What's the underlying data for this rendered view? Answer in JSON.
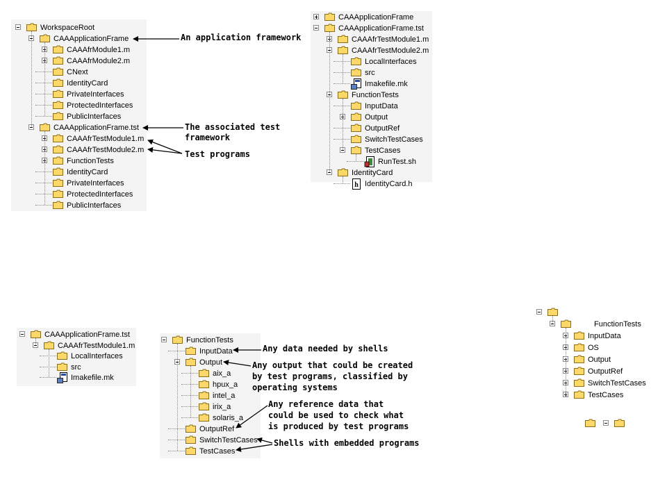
{
  "colors": {
    "panel": "#f4f4f4",
    "folder_fill": "#fcd86a",
    "folder_stroke": "#8a6d14"
  },
  "trees": [
    {
      "name": "workspace-tree",
      "nodes": [
        {
          "label": "WorkspaceRoot",
          "d": 0,
          "e": "-"
        },
        {
          "label": "CAAApplicationFrame",
          "d": 1,
          "e": "-"
        },
        {
          "label": "CAAAfrModule1.m",
          "d": 2,
          "e": "+"
        },
        {
          "label": "CAAAfrModule2.m",
          "d": 2,
          "e": "+"
        },
        {
          "label": "CNext",
          "d": 2
        },
        {
          "label": "IdentityCard",
          "d": 2
        },
        {
          "label": "PrivateInterfaces",
          "d": 2
        },
        {
          "label": "ProtectedInterfaces",
          "d": 2
        },
        {
          "label": "PublicInterfaces",
          "d": 2
        },
        {
          "label": "CAAApplicationFrame.tst",
          "d": 1,
          "e": "-"
        },
        {
          "label": "CAAAfrTestModule1.m",
          "d": 2,
          "e": "+"
        },
        {
          "label": "CAAAfrTestModule2.m",
          "d": 2,
          "e": "+"
        },
        {
          "label": "FunctionTests",
          "d": 2,
          "e": "+"
        },
        {
          "label": "IdentityCard",
          "d": 2
        },
        {
          "label": "PrivateInterfaces",
          "d": 2
        },
        {
          "label": "ProtectedInterfaces",
          "d": 2
        },
        {
          "label": "PublicInterfaces",
          "d": 2
        }
      ]
    },
    {
      "name": "test-framework-tree",
      "nodes": [
        {
          "label": "CAAApplicationFrame",
          "d": 0,
          "e": "+"
        },
        {
          "label": "CAAApplicationFrame.tst",
          "d": 0,
          "e": "-"
        },
        {
          "label": "CAAAfrTestModule1.m",
          "d": 1,
          "e": "+"
        },
        {
          "label": "CAAAfrTestModule2.m",
          "d": 1,
          "e": "-"
        },
        {
          "label": "LocalInterfaces",
          "d": 2
        },
        {
          "label": "src",
          "d": 2
        },
        {
          "label": "Imakefile.mk",
          "d": 2,
          "icon": "makefile"
        },
        {
          "label": "FunctionTests",
          "d": 1,
          "e": "-"
        },
        {
          "label": "InputData",
          "d": 2
        },
        {
          "label": "Output",
          "d": 2,
          "e": "+"
        },
        {
          "label": "OutputRef",
          "d": 2
        },
        {
          "label": "SwitchTestCases",
          "d": 2
        },
        {
          "label": "TestCases",
          "d": 2,
          "e": "-"
        },
        {
          "label": "RunTest.sh",
          "d": 3,
          "icon": "script"
        },
        {
          "label": "IdentityCard",
          "d": 1,
          "e": "-"
        },
        {
          "label": "IdentityCard.h",
          "d": 2,
          "icon": "header"
        }
      ]
    },
    {
      "name": "test-module-tree",
      "nodes": [
        {
          "label": "CAAApplicationFrame.tst",
          "d": 0,
          "e": "-"
        },
        {
          "label": "CAAAfrTestModule1.m",
          "d": 1,
          "e": "-"
        },
        {
          "label": "LocalInterfaces",
          "d": 2
        },
        {
          "label": "src",
          "d": 2
        },
        {
          "label": "Imakefile.mk",
          "d": 2,
          "icon": "makefile"
        }
      ]
    },
    {
      "name": "function-tests-tree",
      "nodes": [
        {
          "label": "FunctionTests",
          "d": 0,
          "e": "-"
        },
        {
          "label": "InputData",
          "d": 1
        },
        {
          "label": "Output",
          "d": 1,
          "e": "-"
        },
        {
          "label": "aix_a",
          "d": 2
        },
        {
          "label": "hpux_a",
          "d": 2
        },
        {
          "label": "intel_a",
          "d": 2
        },
        {
          "label": "irix_a",
          "d": 2
        },
        {
          "label": "solaris_a",
          "d": 2
        },
        {
          "label": "OutputRef",
          "d": 1
        },
        {
          "label": "SwitchTestCases",
          "d": 1
        },
        {
          "label": "TestCases",
          "d": 1
        }
      ]
    },
    {
      "name": "os-tree",
      "nodes": [
        {
          "label": "",
          "d": 0,
          "e": "-"
        },
        {
          "label": "FunctionTests",
          "d": 1,
          "e": "-"
        },
        {
          "label": "InputData",
          "d": 2,
          "e": "+"
        },
        {
          "label": "OS",
          "d": 2,
          "e": "+"
        },
        {
          "label": "Output",
          "d": 2,
          "e": "+"
        },
        {
          "label": "OutputRef",
          "d": 2,
          "e": "+"
        },
        {
          "label": "SwitchTestCases",
          "d": 2,
          "e": "+"
        },
        {
          "label": "TestCases",
          "d": 2,
          "e": "+"
        }
      ]
    }
  ],
  "annotations": {
    "app_framework": "An application framework",
    "test_framework_1": "The associated test",
    "test_framework_2": "framework",
    "test_programs": "Test programs",
    "input_data": "Any data needed by shells",
    "output_1": "Any output that could be created",
    "output_2": "by test programs, classified by",
    "output_3": "operating systems",
    "ref_1": "Any reference data that",
    "ref_2": "could be used to check what",
    "ref_3": "is produced by test programs",
    "shells": "Shells with embedded programs"
  }
}
